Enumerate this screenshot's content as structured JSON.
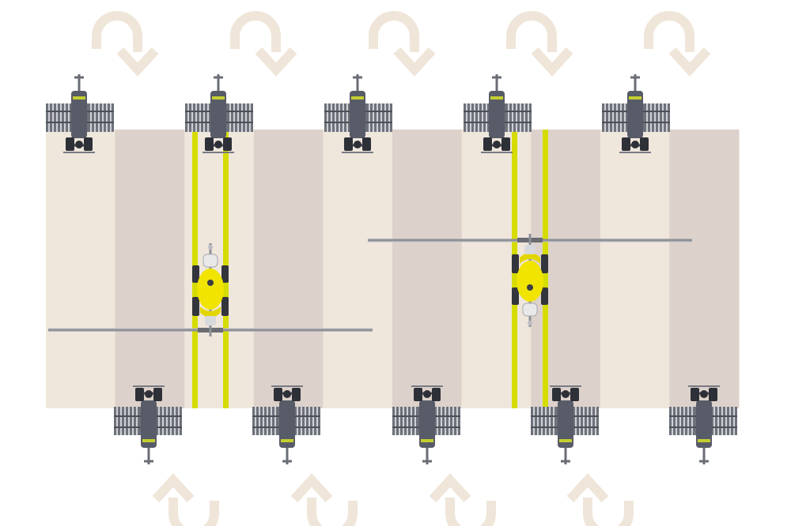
{
  "diagram": {
    "strip_count": 10,
    "strip_colors": [
      "#efe6dc",
      "#ddd2cb"
    ],
    "guide_color": "#d6dc00",
    "arrow_color": "#efe5d9",
    "seeder_color": "#585c68",
    "sprayer_color": "#f0e400",
    "top_turn_arrows": 5,
    "bottom_turn_arrows": 4,
    "top_seeders": 5,
    "bottom_seeders": 5,
    "sprayers": 2,
    "icons": {
      "turn_arrow": "u-turn-arrow-icon",
      "seeder": "seed-drill-icon",
      "sprayer": "self-propelled-sprayer-icon"
    }
  }
}
